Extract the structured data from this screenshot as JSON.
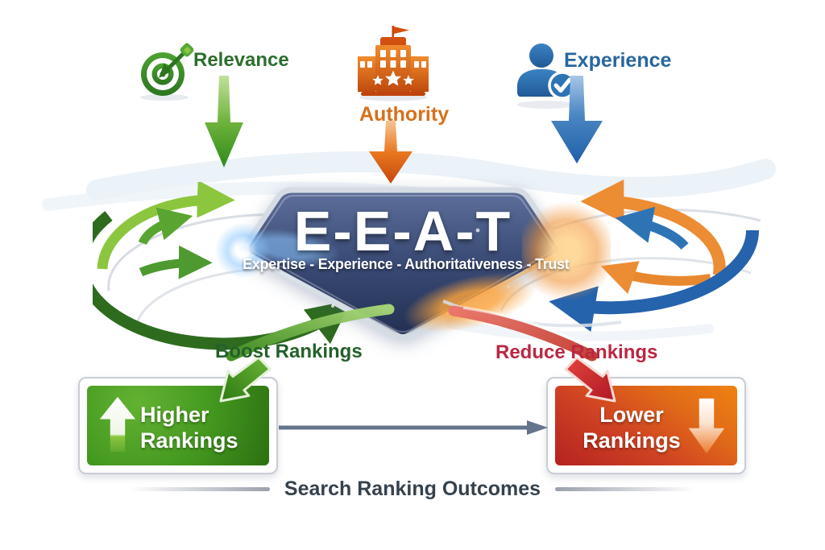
{
  "diagram": {
    "factors": [
      {
        "label": "Relevance",
        "icon": "target-icon",
        "color": "#2c6e2f"
      },
      {
        "label": "Authority",
        "icon": "institution-icon",
        "color": "#d8701b"
      },
      {
        "label": "Experience",
        "icon": "user-check-icon",
        "color": "#29669f"
      }
    ],
    "badge": {
      "acronym": "E-E-A-T",
      "subtitle": "Expertise - Experience - Authoritativeness - Trust"
    },
    "flows": {
      "boost_label": "Boost Rankings",
      "reduce_label": "Reduce Rankings"
    },
    "outcomes": {
      "higher": {
        "line1": "Higher",
        "line2": "Rankings",
        "icon": "up-arrow-icon"
      },
      "lower": {
        "line1": "Lower",
        "line2": "Rankings",
        "icon": "down-arrow-icon"
      },
      "footer": "Search Ranking Outcomes"
    },
    "colors": {
      "green": "#4e9930",
      "dark_green": "#2e6b1e",
      "light_green": "#8cc63f",
      "orange": "#ec8c33",
      "blue": "#2e74b5",
      "red": "#c0392b",
      "crimson_text": "#bb2742",
      "badge_navy": "#33456b",
      "connector_gray": "#64748c",
      "footer_text": "#35424d"
    }
  }
}
